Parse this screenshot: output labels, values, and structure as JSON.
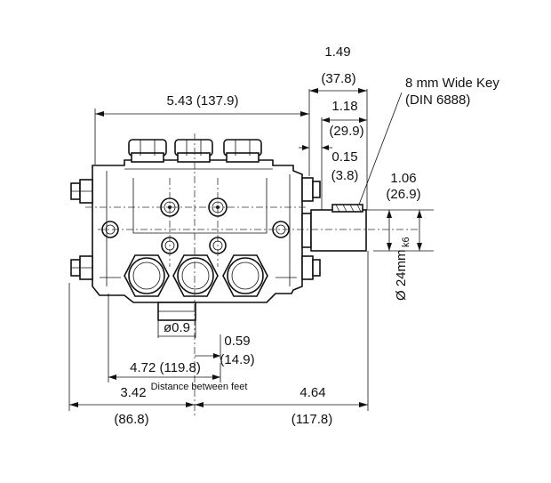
{
  "dimensions": {
    "overall_length": "5.43 (137.9)",
    "shaft_ext_in": "1.49",
    "shaft_ext_mm": "(37.8)",
    "key_len_in": "1.18",
    "key_len_mm": "(29.9)",
    "shoulder_in": "0.15",
    "shoulder_mm": "(3.8)",
    "shaft_off_in": "1.06",
    "shaft_off_mm": "(26.9)",
    "shaft_dia": "Ø 24mm",
    "shaft_tol": "k6",
    "hole_dia": "ø0.9",
    "foot_off_in": "0.59",
    "foot_off_mm": "(14.9)",
    "feet_spacing": "4.72 (119.8)",
    "feet_caption": "Distance between feet",
    "left_in": "3.42",
    "left_mm": "(86.8)",
    "right_in": "4.64",
    "right_mm": "(117.8)"
  },
  "key_note": {
    "line1": "8 mm Wide Key",
    "line2": "(DIN 6888)"
  }
}
